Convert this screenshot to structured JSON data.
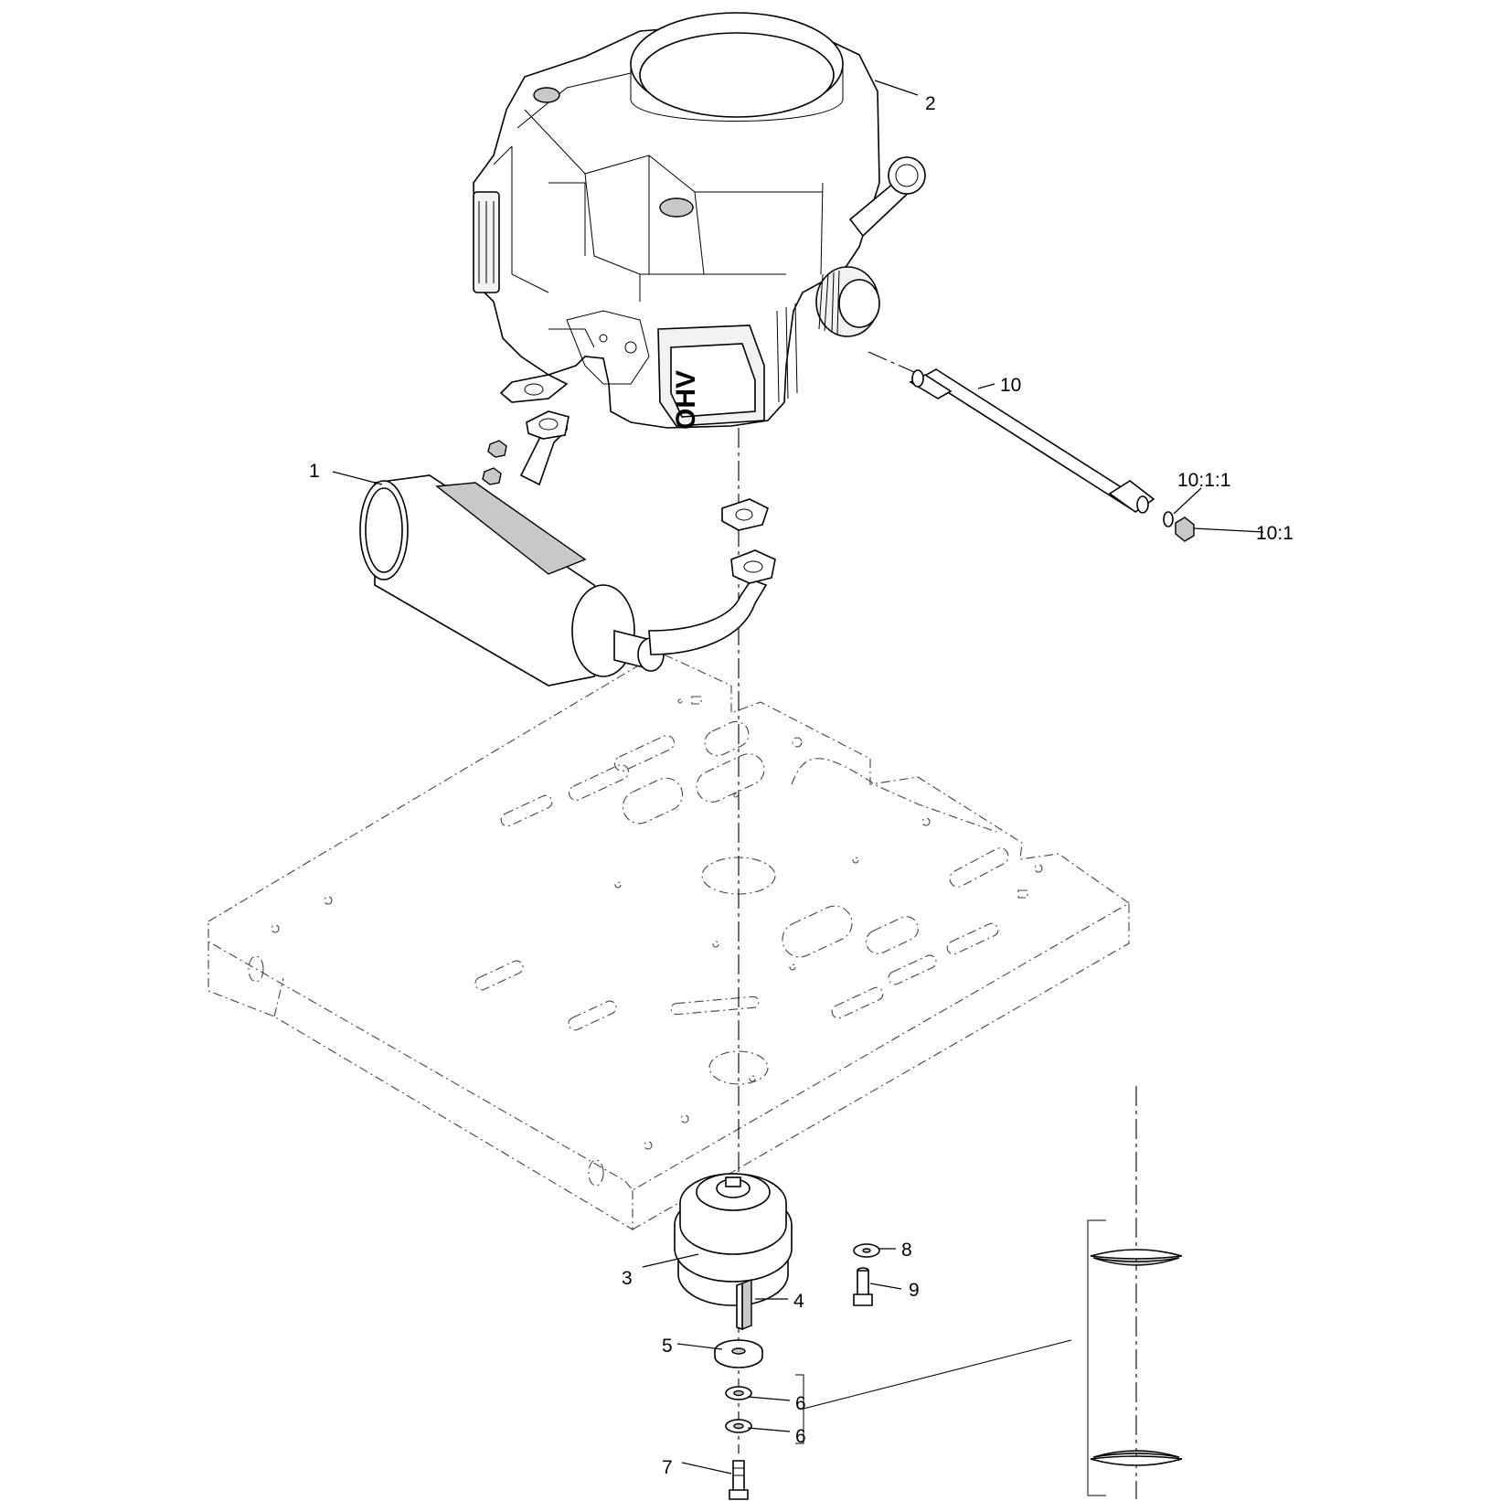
{
  "diagram": {
    "callouts": [
      {
        "id": "c1",
        "label": "1"
      },
      {
        "id": "c2",
        "label": "2"
      },
      {
        "id": "c3",
        "label": "3"
      },
      {
        "id": "c4",
        "label": "4"
      },
      {
        "id": "c5",
        "label": "5"
      },
      {
        "id": "c6a",
        "label": "6"
      },
      {
        "id": "c6b",
        "label": "6"
      },
      {
        "id": "c7",
        "label": "7"
      },
      {
        "id": "c8",
        "label": "8"
      },
      {
        "id": "c9",
        "label": "9"
      },
      {
        "id": "c10",
        "label": "10"
      },
      {
        "id": "c10_1_1",
        "label": "10:1:1"
      },
      {
        "id": "c10_1",
        "label": "10:1"
      }
    ],
    "engine_decal": "OHV"
  }
}
